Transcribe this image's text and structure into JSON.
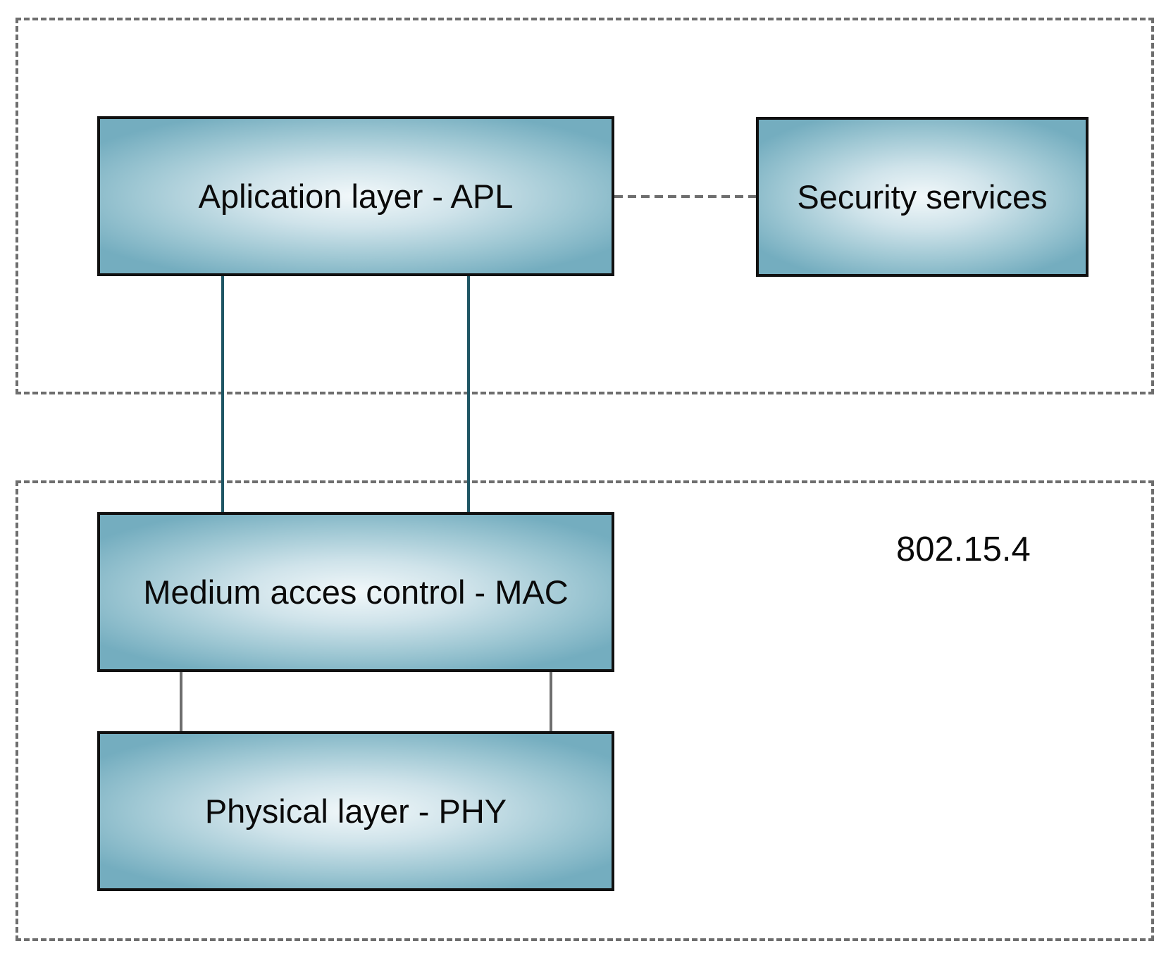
{
  "diagram": {
    "boxes": {
      "apl": {
        "label": "Aplication layer - APL"
      },
      "security": {
        "label": "Security services"
      },
      "mac": {
        "label": "Medium acces control - MAC"
      },
      "phy": {
        "label": "Physical layer - PHY"
      }
    },
    "standard_label": "802.15.4",
    "colors": {
      "box_edge": "#74adbf",
      "box_center": "#f2f8fa",
      "apl_mac_link": "#1f5664",
      "mac_phy_link": "#6e6e6e",
      "dashed_border": "#6e6e6e"
    }
  }
}
